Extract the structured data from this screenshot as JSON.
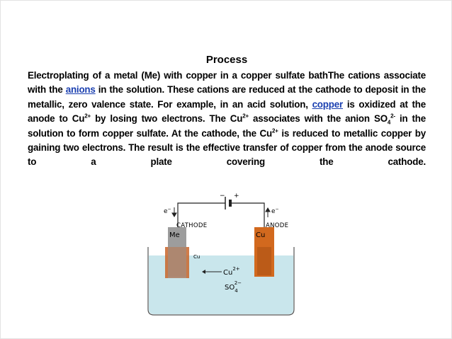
{
  "title": "Process",
  "paragraph": {
    "p1": "Electroplating of a metal (Me) with copper in a copper sulfate bathThe cations associate with the ",
    "link1": "anions",
    "p2": " in the solution. These cations are reduced at the cathode to deposit in the metallic, zero valence state. For example, in an acid solution, ",
    "link2": "copper",
    "p3": " is oxidized at the anode to Cu",
    "sup1": "2+",
    "p4": " by losing two electrons. The Cu",
    "sup2": "2+",
    "p5": " associates with the anion SO",
    "sub1": "4",
    "sup3": "2-",
    "p6": " in the solution to form copper sulfate. At the cathode, the Cu",
    "sup4": "2+",
    "p7": " is reduced to metallic copper by gaining two electrons. The result is the effective transfer of copper from the anode source to a plate covering the cathode."
  },
  "diagram": {
    "battery_minus": "−",
    "battery_plus": "+",
    "electron_left": "e",
    "electron_right": "e",
    "electron_sup": "−",
    "cathode_label": "CATHODE",
    "anode_label": "ANODE",
    "cathode_metal": "Me",
    "anode_metal": "Cu",
    "deposit_label": "Cu",
    "cation_label": "Cu",
    "cation_charge": "2+",
    "anion_label": "SO",
    "anion_sub": "4",
    "anion_charge": "2−",
    "colors": {
      "solution": "#c9e6ec",
      "electrode_gray": "#9d9d9d",
      "copper": "#d2691e",
      "copper_dark": "#b85a17",
      "link": "#1a3fb0"
    }
  }
}
